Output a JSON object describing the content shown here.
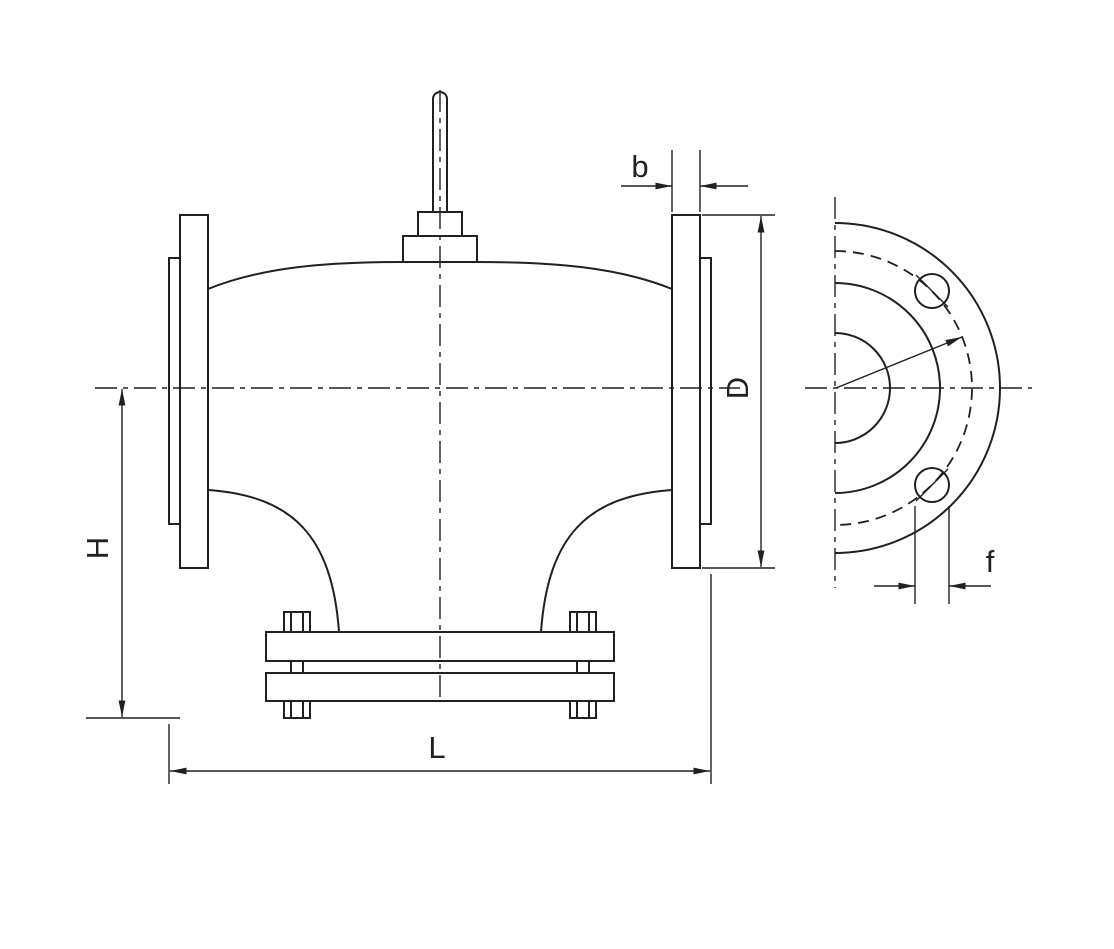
{
  "drawing": {
    "background_color": "#ffffff",
    "line_color": "#231f20"
  },
  "labels": {
    "flange_thickness": "b",
    "flange_diameter": "D",
    "height": "H",
    "length": "L",
    "bolt_hole": "f"
  }
}
